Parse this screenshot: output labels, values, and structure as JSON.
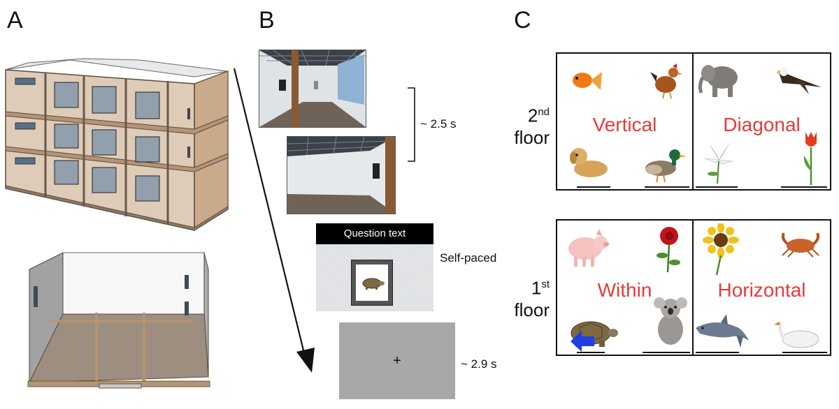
{
  "panels": {
    "a": {
      "letter": "A"
    },
    "b": {
      "letter": "B"
    },
    "c": {
      "letter": "C"
    }
  },
  "trial": {
    "question_text": "Question text",
    "navigation_timing": "~ 2.5 s",
    "question_timing": "Self-paced",
    "fixation_symbol": "+",
    "fixation_timing": "~ 2.9 s"
  },
  "floors": {
    "second": {
      "ordinal": "2",
      "suffix": "nd",
      "word": "floor"
    },
    "first": {
      "ordinal": "1",
      "suffix": "st",
      "word": "floor"
    }
  },
  "rooms": {
    "vertical": "Vertical",
    "diagonal": "Diagonal",
    "within": "Within",
    "horizontal": "Horizontal"
  },
  "objects": {
    "goldfish": "goldfish-icon",
    "rooster": "rooster-icon",
    "dog": "dog-icon",
    "duck": "duck-icon",
    "elephant": "elephant-icon",
    "eagle": "eagle-icon",
    "lily": "lily-icon",
    "tulip": "tulip-icon",
    "pig": "pig-icon",
    "rose": "rose-icon",
    "turtle": "turtle-icon",
    "koala": "koala-icon",
    "sunflower": "sunflower-icon",
    "crab": "crab-icon",
    "dolphin": "dolphin-icon",
    "swan": "swan-icon"
  },
  "colors": {
    "room_label": "#e53b3b",
    "arrow_marker": "#1f3fe0"
  }
}
